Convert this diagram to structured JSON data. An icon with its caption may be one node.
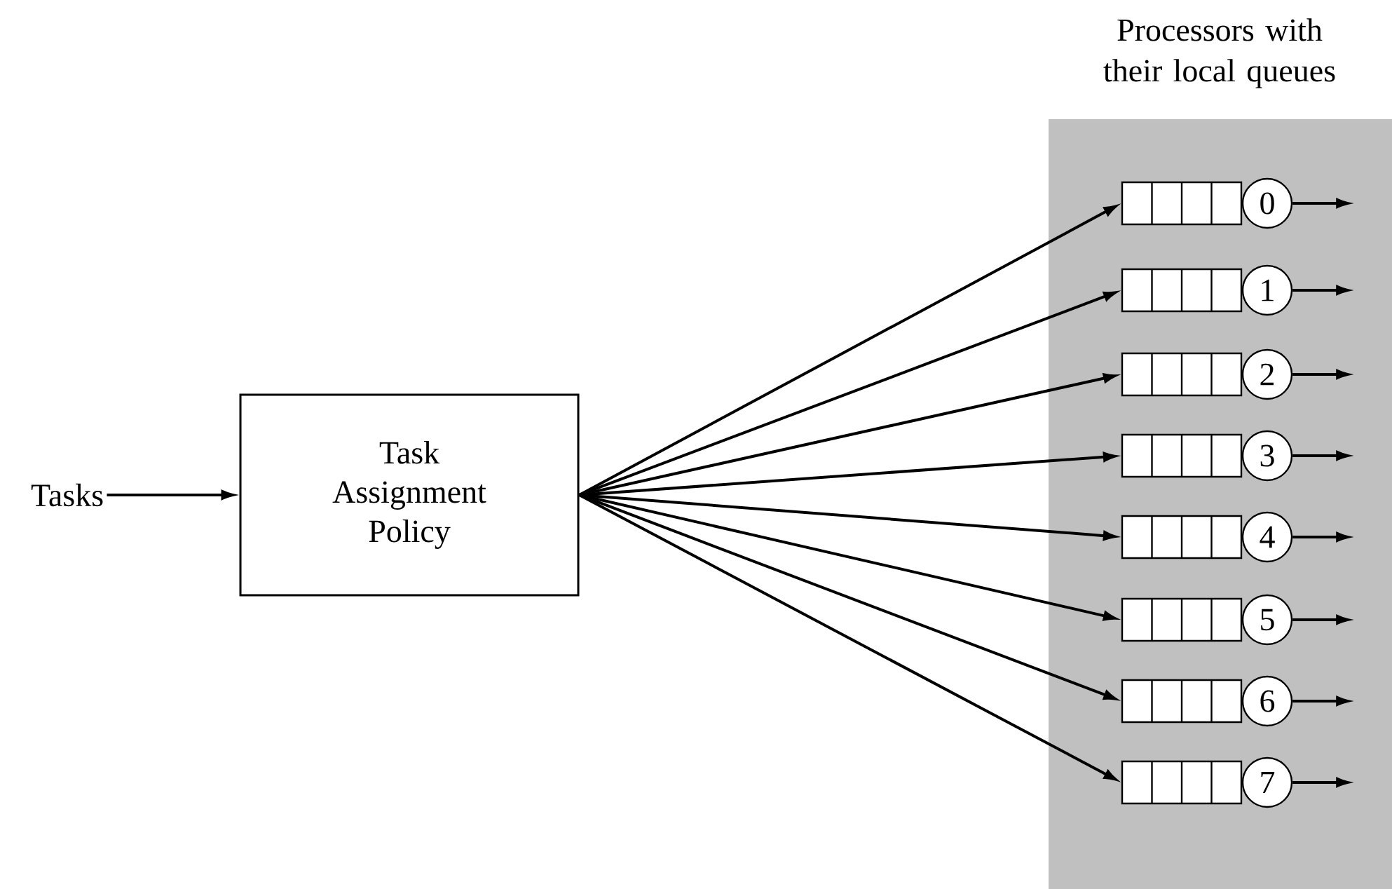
{
  "diagram": {
    "nodes": [
      {
        "text": [
          "Tasks"
        ]
      },
      {
        "text": [
          "Task Assignment Policy"
        ]
      },
      {
        "text": [
          "Processors with their local queues"
        ]
      },
      {
        "text": [],
        "shape": "box",
        "in": 2
      },
      {
        "text": [
          "0"
        ],
        "in": 2
      },
      {
        "text": [],
        "shape": "box",
        "in": 2
      },
      {
        "text": [
          "1"
        ],
        "in": 2
      },
      {
        "text": [],
        "shape": "box",
        "in": 2
      },
      {
        "text": [
          "2"
        ],
        "in": 2
      },
      {
        "text": [],
        "shape": "box",
        "in": 2
      },
      {
        "text": [
          "3"
        ],
        "in": 2
      },
      {
        "text": [],
        "shape": "box",
        "in": 2
      },
      {
        "text": [
          "4"
        ],
        "in": 2
      },
      {
        "text": [],
        "shape": "box",
        "in": 2
      },
      {
        "text": [
          "5"
        ],
        "in": 2
      },
      {
        "text": [],
        "shape": "box",
        "in": 2
      },
      {
        "text": [
          "6"
        ],
        "in": 2
      },
      {
        "text": [],
        "shape": "box",
        "in": 2
      },
      {
        "text": [
          "7"
        ],
        "in": 2
      }
    ],
    "edges": [
      {
        "from": 0,
        "to": 1,
        "arrow": "to"
      },
      {
        "from": 1,
        "to": 3,
        "arrow": "to"
      },
      {
        "from": 1,
        "to": 5,
        "arrow": "to"
      },
      {
        "from": 1,
        "to": 7,
        "arrow": "to"
      },
      {
        "from": 1,
        "to": 9,
        "arrow": "to"
      },
      {
        "from": 1,
        "to": 11,
        "arrow": "to"
      },
      {
        "from": 1,
        "to": 13,
        "arrow": "to"
      },
      {
        "from": 1,
        "to": 15,
        "arrow": "to"
      },
      {
        "from": 1,
        "to": 17,
        "arrow": "to"
      },
      {
        "from": 4,
        "to": null,
        "arrow": "to"
      },
      {
        "from": 6,
        "to": null,
        "arrow": "to"
      },
      {
        "from": 8,
        "to": null,
        "arrow": "to"
      },
      {
        "from": 10,
        "to": null,
        "arrow": "to"
      },
      {
        "from": 12,
        "to": null,
        "arrow": "to"
      },
      {
        "from": 14,
        "to": null,
        "arrow": "to"
      },
      {
        "from": 16,
        "to": null,
        "arrow": "to"
      },
      {
        "from": 18,
        "to": null,
        "arrow": "to"
      }
    ]
  }
}
